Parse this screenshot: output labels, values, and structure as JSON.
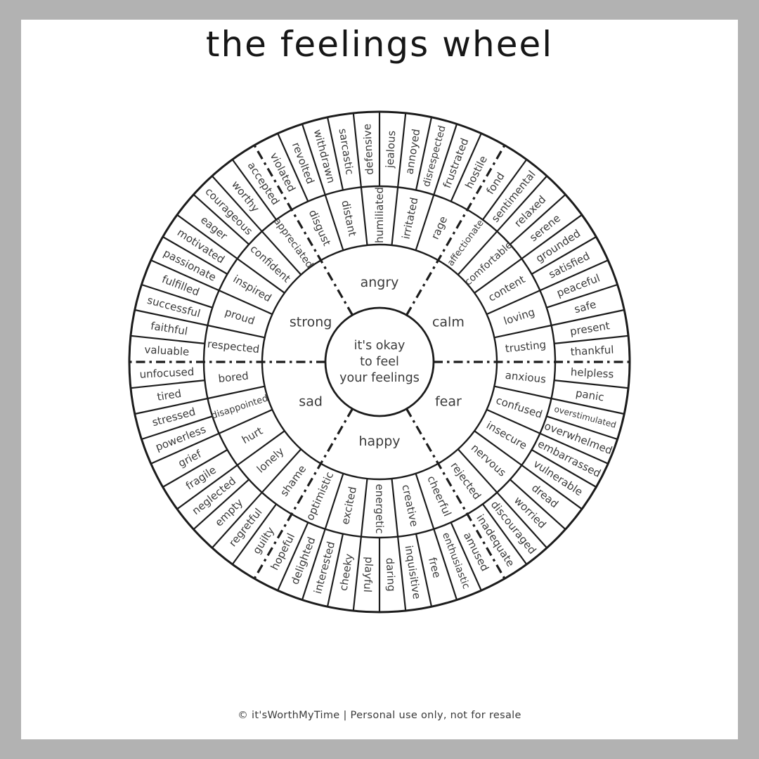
{
  "title": "the feelings wheel",
  "footer": "© it'sWorthMyTime | Personal use only, not for resale",
  "center_lines": [
    "it's okay",
    "to feel",
    "your feelings"
  ],
  "colors": {
    "surround": "#b2b2b2",
    "page": "#ffffff",
    "ink": "#1c1c1c",
    "text": "#3a3a3a"
  },
  "wheel": {
    "sectors": [
      {
        "core": "angry",
        "start_deg": 330,
        "middle": [
          "disgust",
          "distant",
          "humiliated",
          "irritated",
          "rage"
        ],
        "outer": [
          "violated",
          "revolted",
          "withdrawn",
          "sarcastic",
          "defensive",
          "jealous",
          "annoyed",
          "disrespected",
          "frustrated",
          "hostile"
        ]
      },
      {
        "core": "calm",
        "start_deg": 30,
        "middle": [
          "affectionate",
          "comfortable",
          "content",
          "loving",
          "trusting"
        ],
        "outer": [
          "fond",
          "sentimental",
          "relaxed",
          "serene",
          "grounded",
          "satisfied",
          "peaceful",
          "safe",
          "present",
          "thankful"
        ]
      },
      {
        "core": "fear",
        "start_deg": 90,
        "middle": [
          "anxious",
          "confused",
          "insecure",
          "nervous",
          "rejected"
        ],
        "outer": [
          "helpless",
          "panic",
          "overstimulated",
          "overwhelmed",
          "embarrassed",
          "vulnerable",
          "dread",
          "worried",
          "discouraged",
          "inadequate"
        ]
      },
      {
        "core": "happy",
        "start_deg": 150,
        "middle": [
          "cheerful",
          "creative",
          "energetic",
          "excited",
          "optimistic"
        ],
        "outer": [
          "amused",
          "enthusiastic",
          "free",
          "inquisitive",
          "daring",
          "playful",
          "cheeky",
          "interested",
          "delighted",
          "hopeful"
        ]
      },
      {
        "core": "sad",
        "start_deg": 210,
        "middle": [
          "shame",
          "lonely",
          "hurt",
          "disappointed",
          "bored"
        ],
        "outer": [
          "guilty",
          "regretful",
          "empty",
          "neglected",
          "fragile",
          "grief",
          "powerless",
          "stressed",
          "tired",
          "unfocused"
        ]
      },
      {
        "core": "strong",
        "start_deg": 270,
        "middle": [
          "respected",
          "proud",
          "inspired",
          "confident",
          "appreciated"
        ],
        "outer": [
          "valuable",
          "faithful",
          "successful",
          "fulfilled",
          "passionate",
          "motivated",
          "eager",
          "courageous",
          "worthy",
          "accepted"
        ]
      }
    ]
  }
}
